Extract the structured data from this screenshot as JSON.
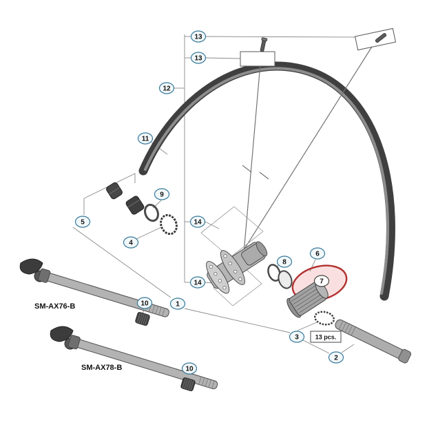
{
  "diagram": {
    "kind": "exploded-parts-diagram",
    "part_labels": {
      "axle_a": "SM-AX76-B",
      "axle_b": "SM-AX78-B",
      "pieces_note": "13 pcs."
    },
    "colors": {
      "highlight_stroke": "#b13030",
      "highlight_fill": "rgba(226,110,110,0.22)",
      "callout_stroke": "#35789a",
      "callout_fill": "#f2f8fa",
      "metal_light": "#b5b5b5",
      "metal_dark": "#3f3f3f",
      "line": "#8a8a8a"
    },
    "callouts": [
      {
        "num": "13"
      },
      {
        "num": "13"
      },
      {
        "num": "12"
      },
      {
        "num": "11"
      },
      {
        "num": "9"
      },
      {
        "num": "14"
      },
      {
        "num": "5"
      },
      {
        "num": "4"
      },
      {
        "num": "8"
      },
      {
        "num": "6"
      },
      {
        "num": "14"
      },
      {
        "num": "7",
        "highlighted": true
      },
      {
        "num": "10"
      },
      {
        "num": "1"
      },
      {
        "num": "3"
      },
      {
        "num": "2"
      },
      {
        "num": "10"
      }
    ]
  }
}
